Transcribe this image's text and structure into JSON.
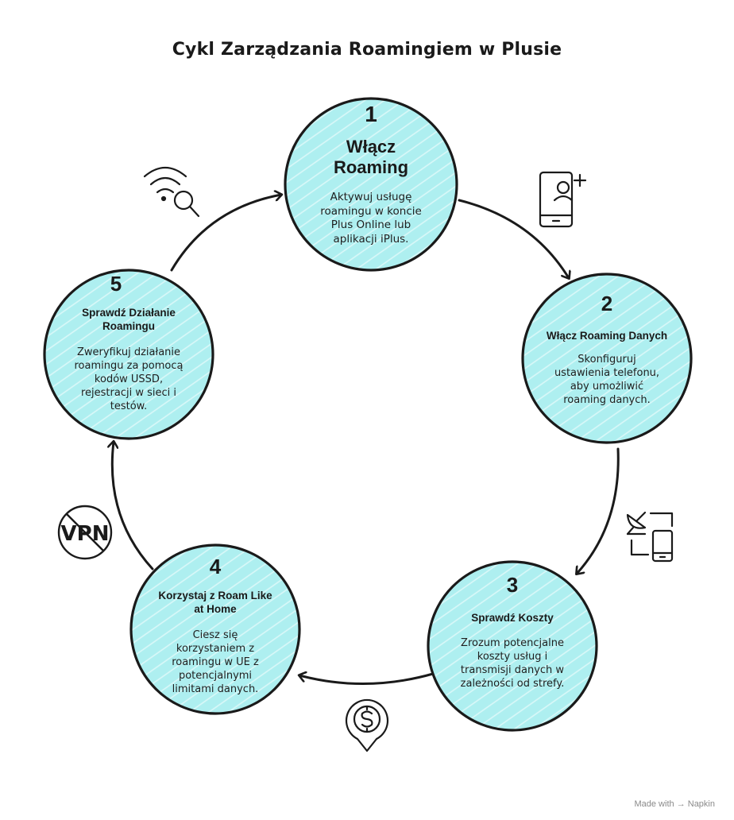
{
  "title": "Cykl Zarządzania Roamingiem w Plusie",
  "colors": {
    "fill": "#aeeff0",
    "stroke": "#1a1a1a",
    "accent": "#ffffff"
  },
  "steps": [
    {
      "number": "1",
      "heading": "Włącz\nRoaming",
      "description": "Aktywuj usługę\nroamingu w koncie\nPlus Online lub\naplikacji iPlus."
    },
    {
      "number": "2",
      "heading": "Włącz Roaming Danych",
      "description": "Skonfiguruj\nustawienia telefonu,\naby umożliwić\nroaming danych."
    },
    {
      "number": "3",
      "heading": "Sprawdź Koszty",
      "description": "Zrozum potencjalne\nkoszty usług i\ntransmisji danych w\nzależności od strefy."
    },
    {
      "number": "4",
      "heading": "Korzystaj z Roam Like\nat Home",
      "description": "Ciesz się\nkorzystaniem z\nroamingu w UE z\npotencjalnymi\nlimitami danych."
    },
    {
      "number": "5",
      "heading": "Sprawdź Działanie\nRoamingu",
      "description": "Zweryfikuj działanie\nroamingu za pomocą\nkodów USSD,\nrejestracji w sieci i\ntestów."
    }
  ],
  "icons": [
    "phone-add-user-icon",
    "satellite-phone-icon",
    "dollar-location-icon",
    "no-vpn-icon",
    "wifi-search-icon"
  ],
  "vpn_text": "VPN",
  "footer": {
    "made_with": "Made with",
    "brand": "Napkin"
  }
}
